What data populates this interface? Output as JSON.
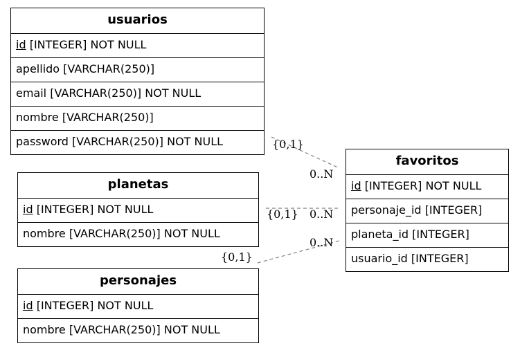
{
  "entities": {
    "usuarios": {
      "name": "usuarios",
      "rows": [
        {
          "pk": "id",
          "rest": " [INTEGER] NOT NULL"
        },
        {
          "text": "apellido [VARCHAR(250)]"
        },
        {
          "text": "email [VARCHAR(250)] NOT NULL"
        },
        {
          "text": "nombre [VARCHAR(250)]"
        },
        {
          "text": "password [VARCHAR(250)] NOT NULL"
        }
      ]
    },
    "planetas": {
      "name": "planetas",
      "rows": [
        {
          "pk": "id",
          "rest": " [INTEGER] NOT NULL"
        },
        {
          "text": "nombre [VARCHAR(250)] NOT NULL"
        }
      ]
    },
    "personajes": {
      "name": "personajes",
      "rows": [
        {
          "pk": "id",
          "rest": " [INTEGER] NOT NULL"
        },
        {
          "text": "nombre [VARCHAR(250)] NOT NULL"
        }
      ]
    },
    "favoritos": {
      "name": "favoritos",
      "rows": [
        {
          "pk": "id",
          "rest": " [INTEGER] NOT NULL"
        },
        {
          "text": "personaje_id [INTEGER]"
        },
        {
          "text": "planeta_id [INTEGER]"
        },
        {
          "text": "usuario_id [INTEGER]"
        }
      ]
    }
  },
  "relations": {
    "usuarios_favoritos": {
      "from_card": "{0,1}",
      "to_card": "0..N"
    },
    "planetas_favoritos": {
      "from_card": "{0,1}",
      "to_card": "0..N"
    },
    "personajes_favoritos": {
      "from_card": "{0,1}",
      "to_card": "0..N"
    }
  },
  "colors": {
    "edge": "#808080",
    "border": "#000000"
  }
}
